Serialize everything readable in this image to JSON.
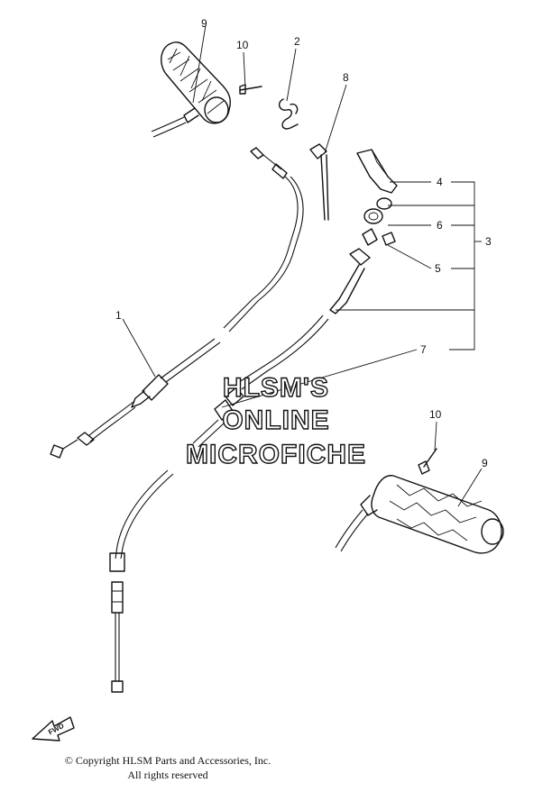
{
  "callouts": [
    {
      "id": "c9a",
      "text": "9"
    },
    {
      "id": "c10a",
      "text": "10"
    },
    {
      "id": "c2",
      "text": "2"
    },
    {
      "id": "c8",
      "text": "8"
    },
    {
      "id": "c4",
      "text": "4"
    },
    {
      "id": "c6",
      "text": "6"
    },
    {
      "id": "c3",
      "text": "3"
    },
    {
      "id": "c5",
      "text": "5"
    },
    {
      "id": "c1",
      "text": "1"
    },
    {
      "id": "c7",
      "text": "7"
    },
    {
      "id": "c10b",
      "text": "10"
    },
    {
      "id": "c9b",
      "text": "9"
    }
  ],
  "watermark": {
    "line1": "HLSM'S",
    "line2": "ONLINE",
    "line3": "MICROFICHE"
  },
  "fwd_label": "FWD",
  "copyright": {
    "line1": "© Copyright HLSM Parts and Accessories, Inc.",
    "line2": "All rights reserved"
  }
}
